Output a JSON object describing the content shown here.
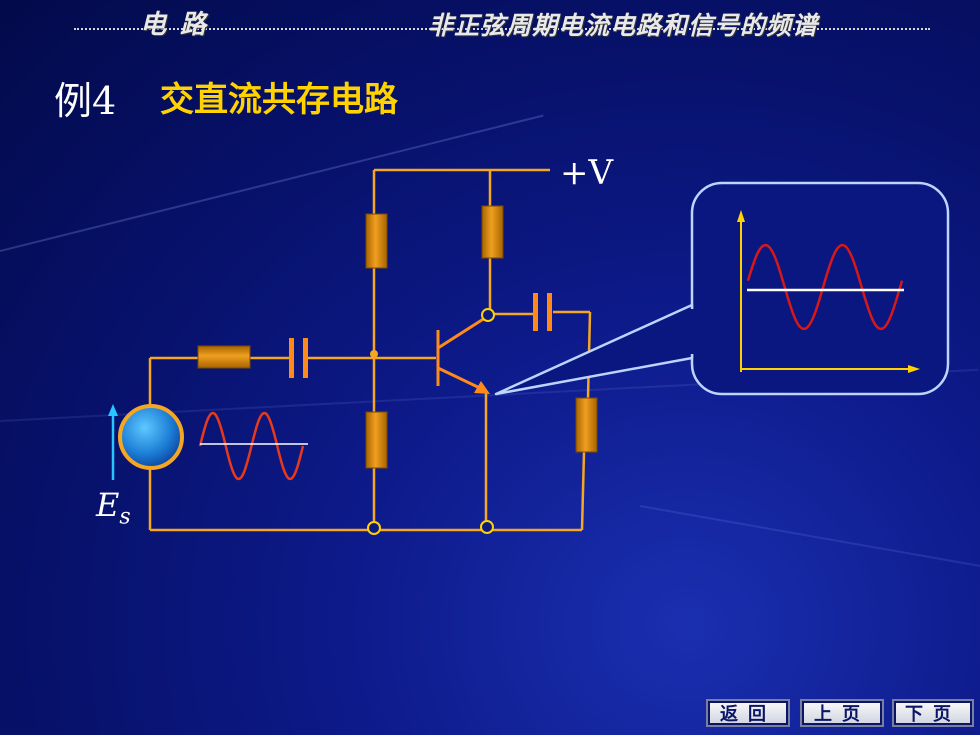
{
  "header": {
    "left_title": "电路",
    "right_title": "非正弦周期电流电路和信号的频谱"
  },
  "example": {
    "number": "例4",
    "title": "交直流共存电路"
  },
  "circuit": {
    "supply_label": "+V",
    "source_symbol": "E",
    "source_subscript": "s"
  },
  "nav": {
    "back": "返回",
    "prev": "上页",
    "next": "下页"
  },
  "colors": {
    "wire": "#f5a623",
    "resistor": "#e08a00",
    "capacitor": "#ff8a1a",
    "signal": "#e83a1a",
    "dc_level": "#ffffff",
    "axis": "#ffd200",
    "callout_border": "#bcd4ff",
    "title_accent": "#ffd200"
  }
}
